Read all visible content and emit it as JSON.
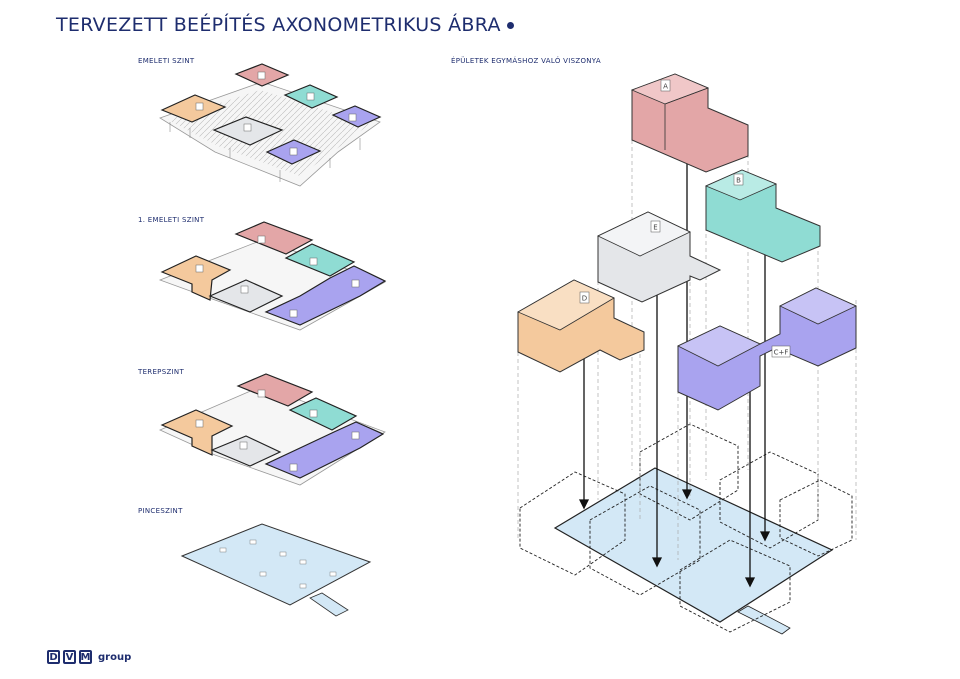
{
  "title": "TERVEZETT BEÉPÍTÉS AXONOMETRIKUS ÁBRA",
  "levels": {
    "emeleti": "EMELETI SZINT",
    "first": "1. EMELETI SZINT",
    "terep": "TEREPSZINT",
    "pince": "PINCESZINT"
  },
  "relation_label": "ÉPÜLETEK EGYMÁSHOZ VALÓ VISZONYA",
  "buildings": {
    "a": "A",
    "b": "B",
    "e": "E",
    "d": "D",
    "cf": "C+F"
  },
  "logo": {
    "d": "D",
    "v": "V",
    "m": "M",
    "suffix": "group"
  },
  "colors": {
    "accent": "#1e2d6e",
    "building_a": "#e3a6a7",
    "building_b": "#8fdcd3",
    "building_d": "#f4c99d",
    "building_e": "#e4e6e9",
    "building_cf": "#a9a3ef",
    "basement": "#d3e8f6"
  }
}
